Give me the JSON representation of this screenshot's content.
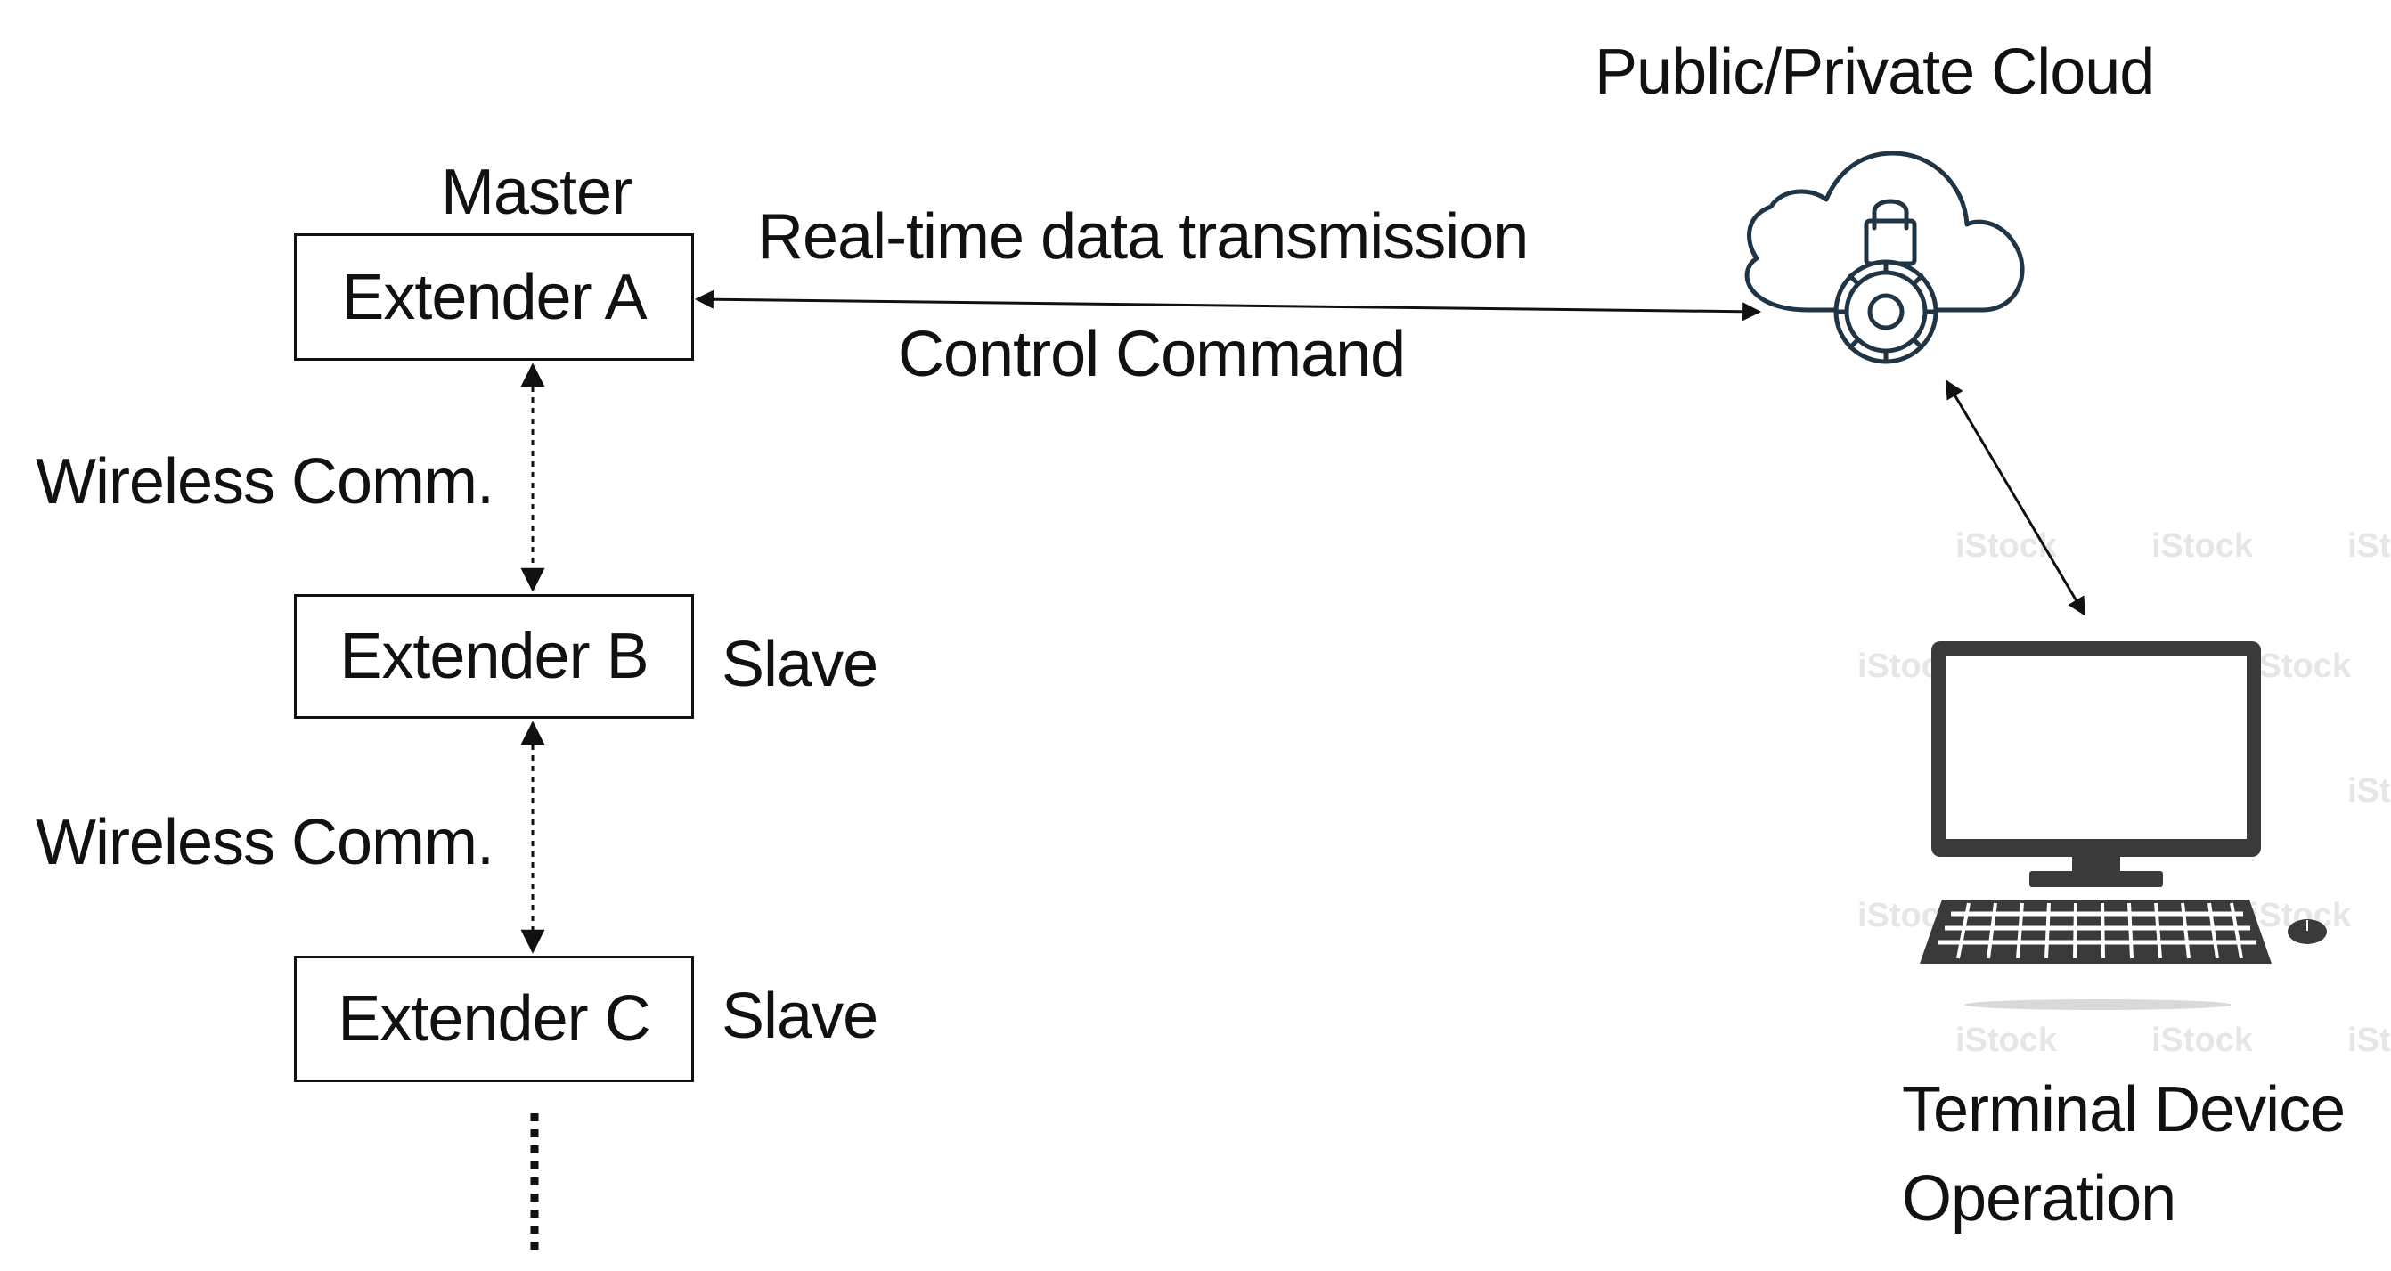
{
  "cloud": {
    "label": "Public/Private Cloud",
    "icon": "cloud-lock-icon"
  },
  "master_label": "Master",
  "link": {
    "upper_label": "Real-time data transmission",
    "lower_label": "Control Command"
  },
  "extenders": [
    {
      "label": "Extender A"
    },
    {
      "label": "Extender B",
      "role": "Slave"
    },
    {
      "label": "Extender C",
      "role": "Slave"
    }
  ],
  "wireless_labels": [
    "Wireless Comm.",
    "Wireless Comm."
  ],
  "terminal": {
    "line1": "Terminal Device",
    "line2": "Operation",
    "icon": "desktop-computer-icon"
  },
  "watermark_text": "iStock",
  "colors": {
    "cloud_stroke": "#1f3545",
    "computer": "#3a3a3a",
    "line": "#111111"
  }
}
